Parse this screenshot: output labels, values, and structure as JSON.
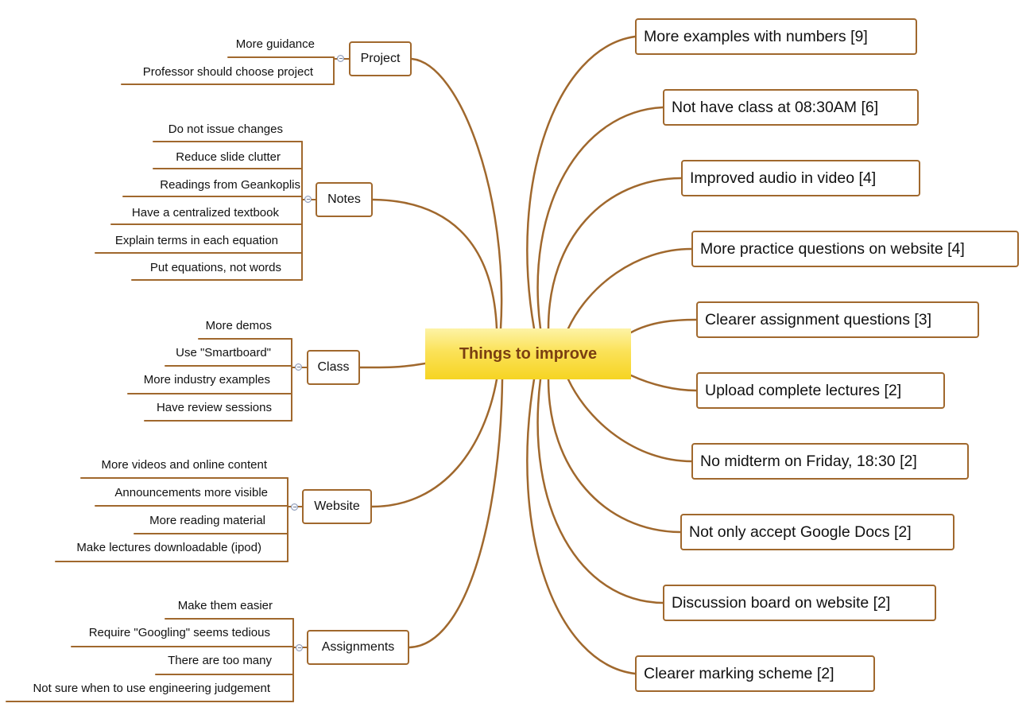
{
  "center": {
    "label": "Things to improve"
  },
  "right_topics": [
    {
      "label": "More examples with numbers [9]"
    },
    {
      "label": "Not have class at 08:30AM [6]"
    },
    {
      "label": "Improved audio in video [4]"
    },
    {
      "label": "More practice questions on website [4]"
    },
    {
      "label": "Clearer assignment questions [3]"
    },
    {
      "label": "Upload complete lectures [2]"
    },
    {
      "label": "No midterm on Friday, 18:30 [2]"
    },
    {
      "label": "Not only accept Google Docs [2]"
    },
    {
      "label": "Discussion board on website [2]"
    },
    {
      "label": "Clearer marking scheme [2]"
    }
  ],
  "left_topics": [
    {
      "label": "Project",
      "children": [
        "More guidance",
        "Professor should choose project"
      ]
    },
    {
      "label": "Notes",
      "children": [
        "Do not issue changes",
        "Reduce slide clutter",
        "Readings from Geankoplis",
        "Have a centralized textbook",
        "Explain terms in each equation",
        "Put equations, not words"
      ]
    },
    {
      "label": "Class",
      "children": [
        "More demos",
        "Use \"Smartboard\"",
        "More industry examples",
        "Have review sessions"
      ]
    },
    {
      "label": "Website",
      "children": [
        "More videos and online content",
        "Announcements more visible",
        "More reading material",
        "Make lectures downloadable (ipod)"
      ]
    },
    {
      "label": "Assignments",
      "children": [
        "Make them easier",
        "Require \"Googling\" seems tedious",
        "There are too many",
        "Not sure when to use engineering judgement"
      ]
    }
  ],
  "colors": {
    "connector": "#a0682d",
    "center_fill": "#fbe258",
    "center_text": "#7a3f12"
  },
  "icons": {
    "collapse_toggle": "minus-circle-icon"
  }
}
